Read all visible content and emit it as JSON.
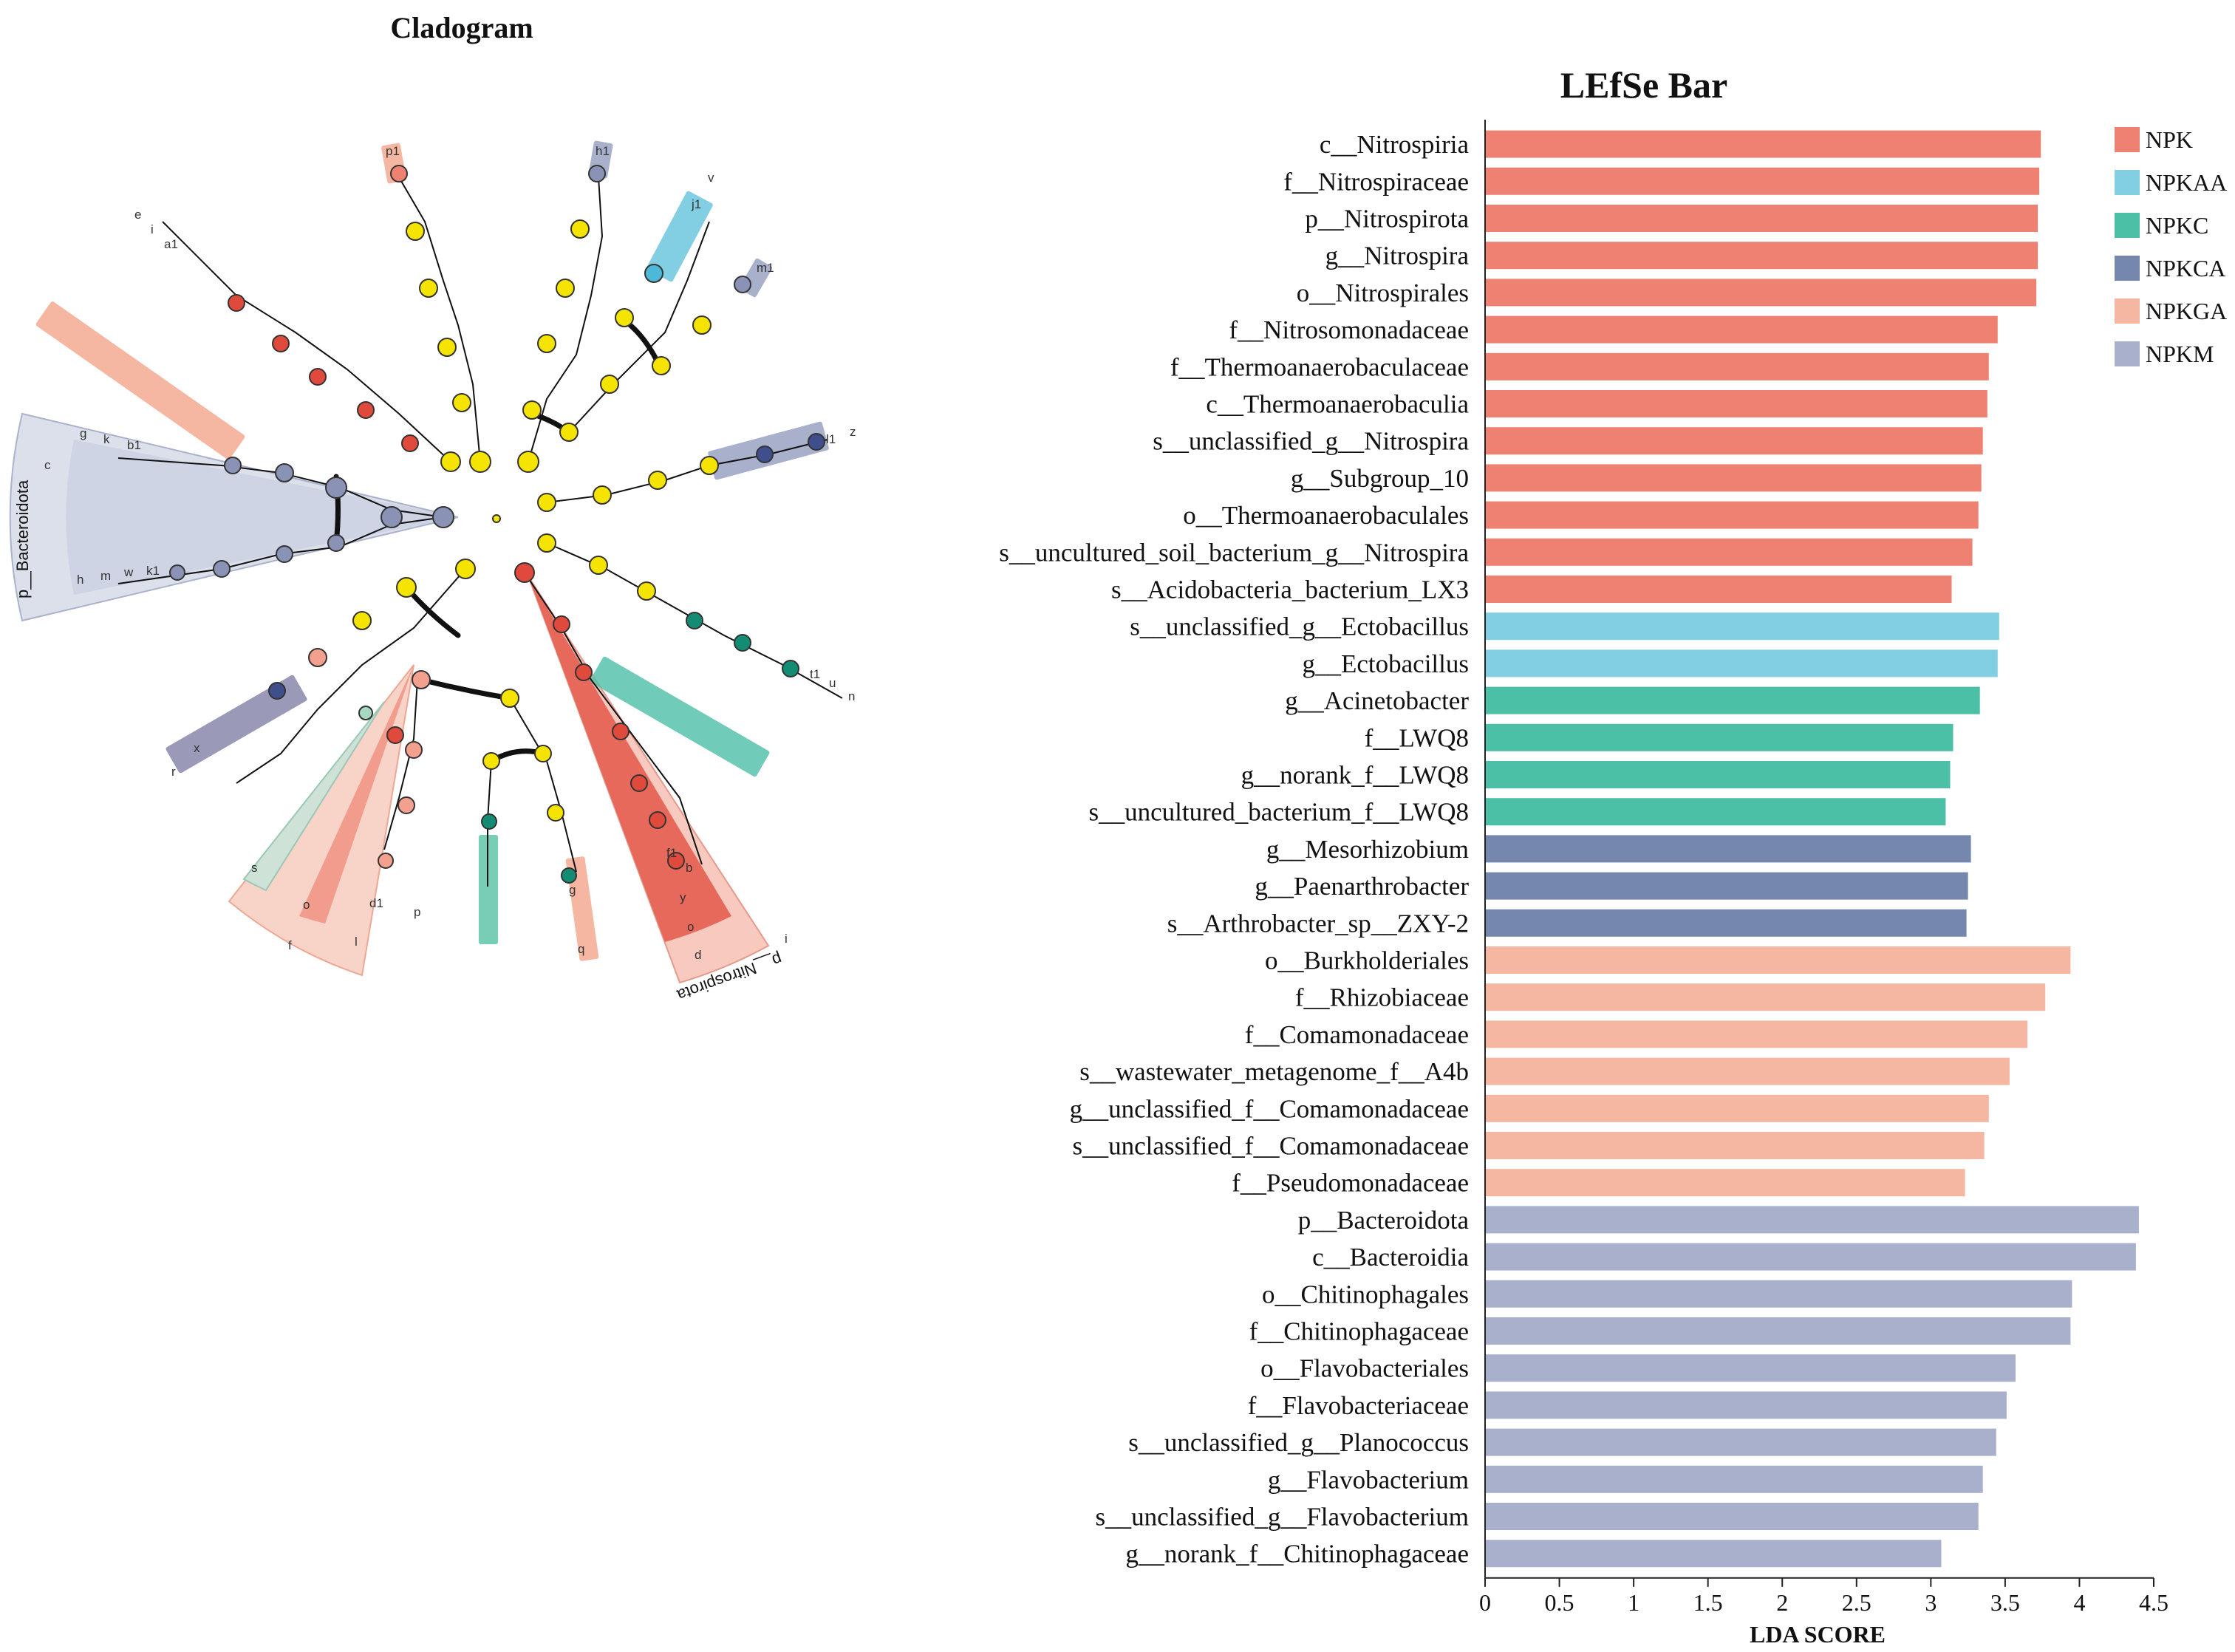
{
  "cladogram": {
    "title": "Cladogram",
    "phylum_labels": [
      "p__Bacteroidota",
      "p__Nitrospirota"
    ],
    "node_letters": [
      "p1",
      "h1",
      "v",
      "j1",
      "m1",
      "e",
      "i",
      "a1",
      "g",
      "k",
      "b1",
      "c",
      "h",
      "m",
      "w",
      "k1",
      "z",
      "l1",
      "n",
      "u",
      "t1",
      "r",
      "x",
      "s",
      "o",
      "d1",
      "f1",
      "f",
      "l",
      "g",
      "q",
      "b",
      "y",
      "o",
      "d",
      "i",
      "p"
    ]
  },
  "chart_data": {
    "type": "bar",
    "orientation": "horizontal",
    "title": "LEfSe Bar",
    "xlabel": "LDA SCORE",
    "xlim": [
      0,
      4.5
    ],
    "xticks": [
      "0",
      "0.5",
      "1",
      "1.5",
      "2",
      "2.5",
      "3",
      "3.5",
      "4",
      "4.5"
    ],
    "legend_position": "top-right",
    "groups": [
      {
        "name": "NPK",
        "color": "#EF8172"
      },
      {
        "name": "NPKAA",
        "color": "#82CEE2"
      },
      {
        "name": "NPKC",
        "color": "#4CBFA7"
      },
      {
        "name": "NPKCA",
        "color": "#7687AD"
      },
      {
        "name": "NPKGA",
        "color": "#F5B6A2"
      },
      {
        "name": "NPKM",
        "color": "#A9B0CB"
      }
    ],
    "bars": [
      {
        "label": "c__Nitrospiria",
        "value": 3.74,
        "group": "NPK"
      },
      {
        "label": "f__Nitrospiraceae",
        "value": 3.73,
        "group": "NPK"
      },
      {
        "label": "p__Nitrospirota",
        "value": 3.72,
        "group": "NPK"
      },
      {
        "label": "g__Nitrospira",
        "value": 3.72,
        "group": "NPK"
      },
      {
        "label": "o__Nitrospirales",
        "value": 3.71,
        "group": "NPK"
      },
      {
        "label": "f__Nitrosomonadaceae",
        "value": 3.45,
        "group": "NPK"
      },
      {
        "label": "f__Thermoanaerobaculaceae",
        "value": 3.39,
        "group": "NPK"
      },
      {
        "label": "c__Thermoanaerobaculia",
        "value": 3.38,
        "group": "NPK"
      },
      {
        "label": "s__unclassified_g__Nitrospira",
        "value": 3.35,
        "group": "NPK"
      },
      {
        "label": "g__Subgroup_10",
        "value": 3.34,
        "group": "NPK"
      },
      {
        "label": "o__Thermoanaerobaculales",
        "value": 3.32,
        "group": "NPK"
      },
      {
        "label": "s__uncultured_soil_bacterium_g__Nitrospira",
        "value": 3.28,
        "group": "NPK"
      },
      {
        "label": "s__Acidobacteria_bacterium_LX3",
        "value": 3.14,
        "group": "NPK"
      },
      {
        "label": "s__unclassified_g__Ectobacillus",
        "value": 3.46,
        "group": "NPKAA"
      },
      {
        "label": "g__Ectobacillus",
        "value": 3.45,
        "group": "NPKAA"
      },
      {
        "label": "g__Acinetobacter",
        "value": 3.33,
        "group": "NPKC"
      },
      {
        "label": "f__LWQ8",
        "value": 3.15,
        "group": "NPKC"
      },
      {
        "label": "g__norank_f__LWQ8",
        "value": 3.13,
        "group": "NPKC"
      },
      {
        "label": "s__uncultured_bacterium_f__LWQ8",
        "value": 3.1,
        "group": "NPKC"
      },
      {
        "label": "g__Mesorhizobium",
        "value": 3.27,
        "group": "NPKCA"
      },
      {
        "label": "g__Paenarthrobacter",
        "value": 3.25,
        "group": "NPKCA"
      },
      {
        "label": "s__Arthrobacter_sp__ZXY-2",
        "value": 3.24,
        "group": "NPKCA"
      },
      {
        "label": "o__Burkholderiales",
        "value": 3.94,
        "group": "NPKGA"
      },
      {
        "label": "f__Rhizobiaceae",
        "value": 3.77,
        "group": "NPKGA"
      },
      {
        "label": "f__Comamonadaceae",
        "value": 3.65,
        "group": "NPKGA"
      },
      {
        "label": "s__wastewater_metagenome_f__A4b",
        "value": 3.53,
        "group": "NPKGA"
      },
      {
        "label": "g__unclassified_f__Comamonadaceae",
        "value": 3.39,
        "group": "NPKGA"
      },
      {
        "label": "s__unclassified_f__Comamonadaceae",
        "value": 3.36,
        "group": "NPKGA"
      },
      {
        "label": "f__Pseudomonadaceae",
        "value": 3.23,
        "group": "NPKGA"
      },
      {
        "label": "p__Bacteroidota",
        "value": 4.4,
        "group": "NPKM"
      },
      {
        "label": "c__Bacteroidia",
        "value": 4.38,
        "group": "NPKM"
      },
      {
        "label": "o__Chitinophagales",
        "value": 3.95,
        "group": "NPKM"
      },
      {
        "label": "f__Chitinophagaceae",
        "value": 3.94,
        "group": "NPKM"
      },
      {
        "label": "o__Flavobacteriales",
        "value": 3.57,
        "group": "NPKM"
      },
      {
        "label": "f__Flavobacteriaceae",
        "value": 3.51,
        "group": "NPKM"
      },
      {
        "label": "s__unclassified_g__Planococcus",
        "value": 3.44,
        "group": "NPKM"
      },
      {
        "label": "g__Flavobacterium",
        "value": 3.35,
        "group": "NPKM"
      },
      {
        "label": "s__unclassified_g__Flavobacterium",
        "value": 3.32,
        "group": "NPKM"
      },
      {
        "label": "g__norank_f__Chitinophagaceae",
        "value": 3.07,
        "group": "NPKM"
      }
    ]
  }
}
